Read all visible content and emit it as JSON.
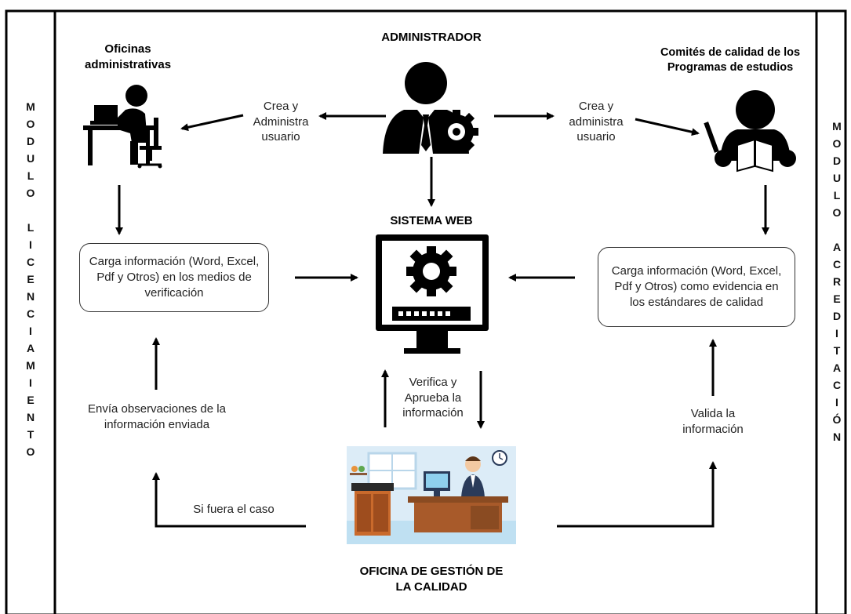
{
  "actors": {
    "admin": "ADMINISTRADOR",
    "offices": "Oficinas administrativas",
    "committees": "Comités de calidad de los Programas de estudios",
    "system": "SISTEMA WEB",
    "quality_office": "OFICINA DE GESTIÓN DE LA CALIDAD"
  },
  "labels": {
    "create_left": "Crea y Administra usuario",
    "create_right": "Crea y administra usuario",
    "verify": "Verifica y Aprueba la información",
    "send_obs": "Envía observaciones de la información enviada",
    "if_case": "Si fuera el caso",
    "validate": "Valida la información"
  },
  "boxes": {
    "left": "Carga información (Word, Excel, Pdf y Otros) en los medios de verificación",
    "right": "Carga información (Word, Excel, Pdf y Otros) como evidencia en los estándares de calidad"
  },
  "modules": {
    "left_word1": "MODULO",
    "left_word2": "LICENCIAMIENTO",
    "right_word1": "MODULO",
    "right_word2": "ACREDITACIÓN"
  },
  "icons": [
    "admin-gear-icon",
    "office-worker-icon",
    "reader-icon",
    "monitor-gear-icon",
    "office-scene-icon"
  ]
}
